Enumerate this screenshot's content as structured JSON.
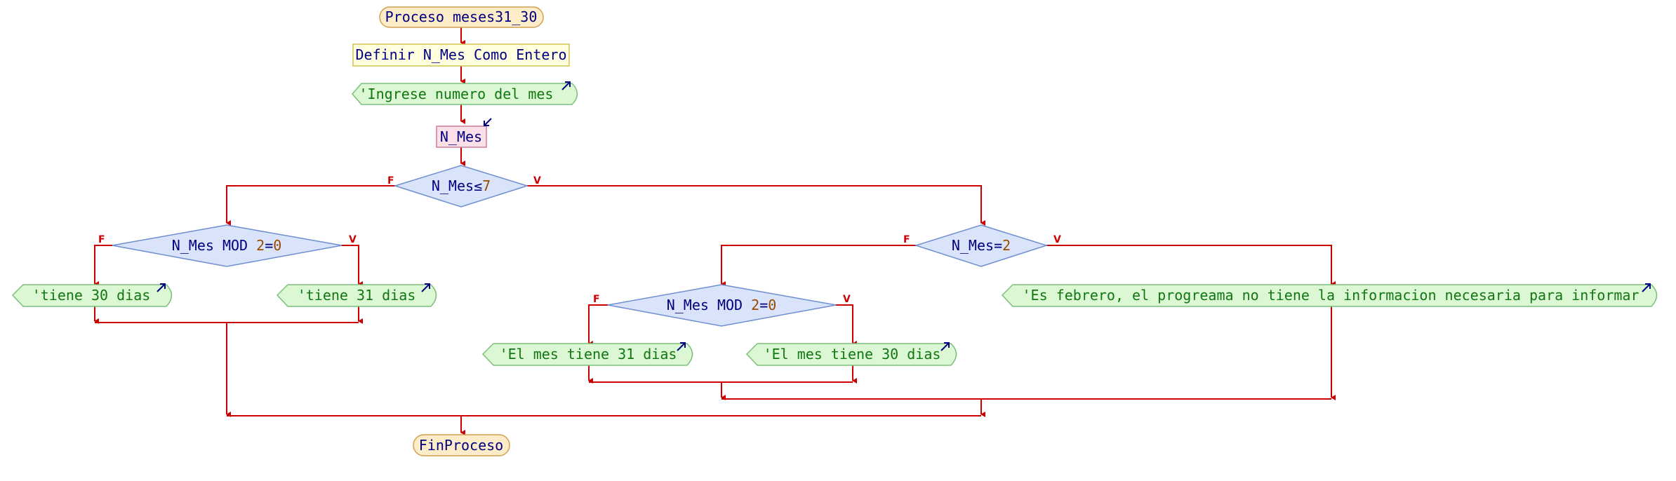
{
  "start": "Proceso meses31_30",
  "define": "Definir N_Mes Como Entero",
  "prompt": "'Ingrese numero del mes",
  "read_var": "N_Mes",
  "cond1": {
    "var": "N_Mes",
    "op": "≤",
    "val": "7"
  },
  "cond2": {
    "var": "N_Mes",
    "mod": "MOD",
    "num": "2",
    "op": "=",
    "val": "0"
  },
  "cond3": {
    "var": "N_Mes",
    "op": "=",
    "val": "2"
  },
  "cond4": {
    "var": "N_Mes",
    "mod": "MOD",
    "num": "2",
    "op": "=",
    "val": "0"
  },
  "out_30": "'tiene 30 dias",
  "out_31": "'tiene 31 dias",
  "out_feb": "'Es febrero, el progreama no tiene la informacion necesaria para informar",
  "out_m31": "'El mes tiene 31 dias",
  "out_m30": "'El mes tiene 30 dias",
  "false_label": "F",
  "true_label": "V",
  "end": "FinProceso",
  "colors": {
    "connector": "#cc0000",
    "output_text": "#117711",
    "text": "#000080",
    "number": "#9a4a00"
  }
}
